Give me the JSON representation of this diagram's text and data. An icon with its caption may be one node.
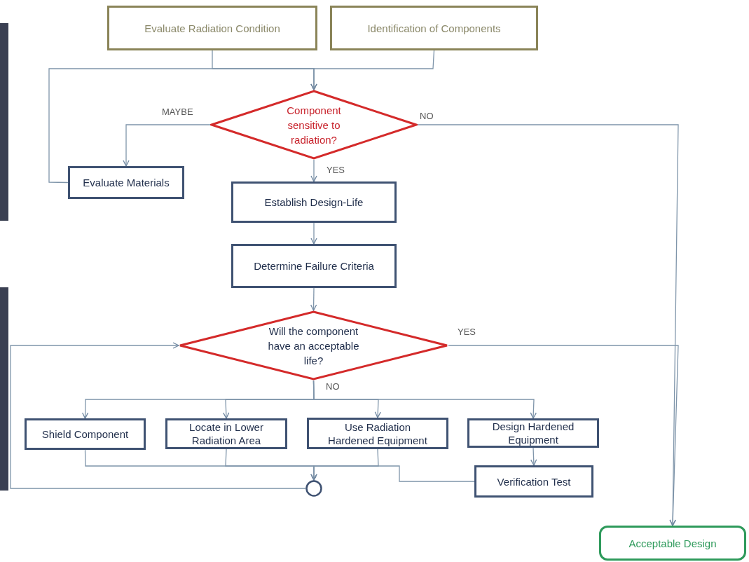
{
  "diagram": {
    "nodes": [
      {
        "text": [
          "Evaluate Radiation Condition"
        ]
      },
      {
        "text": [
          "Identification of Components"
        ]
      },
      {
        "text": [
          "Component sensitive to radiation?"
        ]
      },
      {
        "text": [
          "Evaluate Materials"
        ]
      },
      {
        "text": [
          "Establish Design-Life"
        ]
      },
      {
        "text": [
          "Determine Failure Criteria"
        ]
      },
      {
        "text": [
          "Will the component have an acceptable life?"
        ]
      },
      {
        "text": [
          "Shield Component"
        ]
      },
      {
        "text": [
          "Locate in Lower Radiation Area"
        ]
      },
      {
        "text": [
          "Use Radiation Hardened Equipment"
        ]
      },
      {
        "text": [
          "Design Hardened Equipment"
        ]
      },
      {
        "text": [
          "Verification Test"
        ]
      },
      {
        "text": [],
        "shape": "circle"
      },
      {
        "text": [
          "Acceptable Design"
        ]
      }
    ],
    "edges": [
      {
        "from": 0,
        "to": 2,
        "arrow": "to"
      },
      {
        "from": 1,
        "to": 2,
        "arrow": "to"
      },
      {
        "from": 3,
        "to": 2,
        "arrow": "to"
      },
      {
        "from": 2,
        "to": 3,
        "label": "MAYBE",
        "arrow": "to"
      },
      {
        "from": 2,
        "to": 4,
        "label": "YES",
        "arrow": "to"
      },
      {
        "from": 2,
        "to": 13,
        "label": "NO",
        "arrow": "to"
      },
      {
        "from": 4,
        "to": 5,
        "arrow": "to"
      },
      {
        "from": 5,
        "to": 6,
        "arrow": "to"
      },
      {
        "from": 6,
        "to": 13,
        "label": "YES",
        "arrow": "to"
      },
      {
        "from": 6,
        "to": 7,
        "label": "NO",
        "arrow": "to"
      },
      {
        "from": 6,
        "to": 8,
        "arrow": "to"
      },
      {
        "from": 6,
        "to": 9,
        "arrow": "to"
      },
      {
        "from": 6,
        "to": 10,
        "arrow": "to"
      },
      {
        "from": 10,
        "to": 11,
        "arrow": "to"
      },
      {
        "from": 7,
        "to": 12,
        "arrow": "to"
      },
      {
        "from": 8,
        "to": 12,
        "arrow": "to"
      },
      {
        "from": 9,
        "to": 12,
        "arrow": "to"
      },
      {
        "from": 11,
        "to": 12,
        "arrow": "to"
      },
      {
        "from": 12,
        "to": 6,
        "arrow": "to"
      }
    ]
  }
}
